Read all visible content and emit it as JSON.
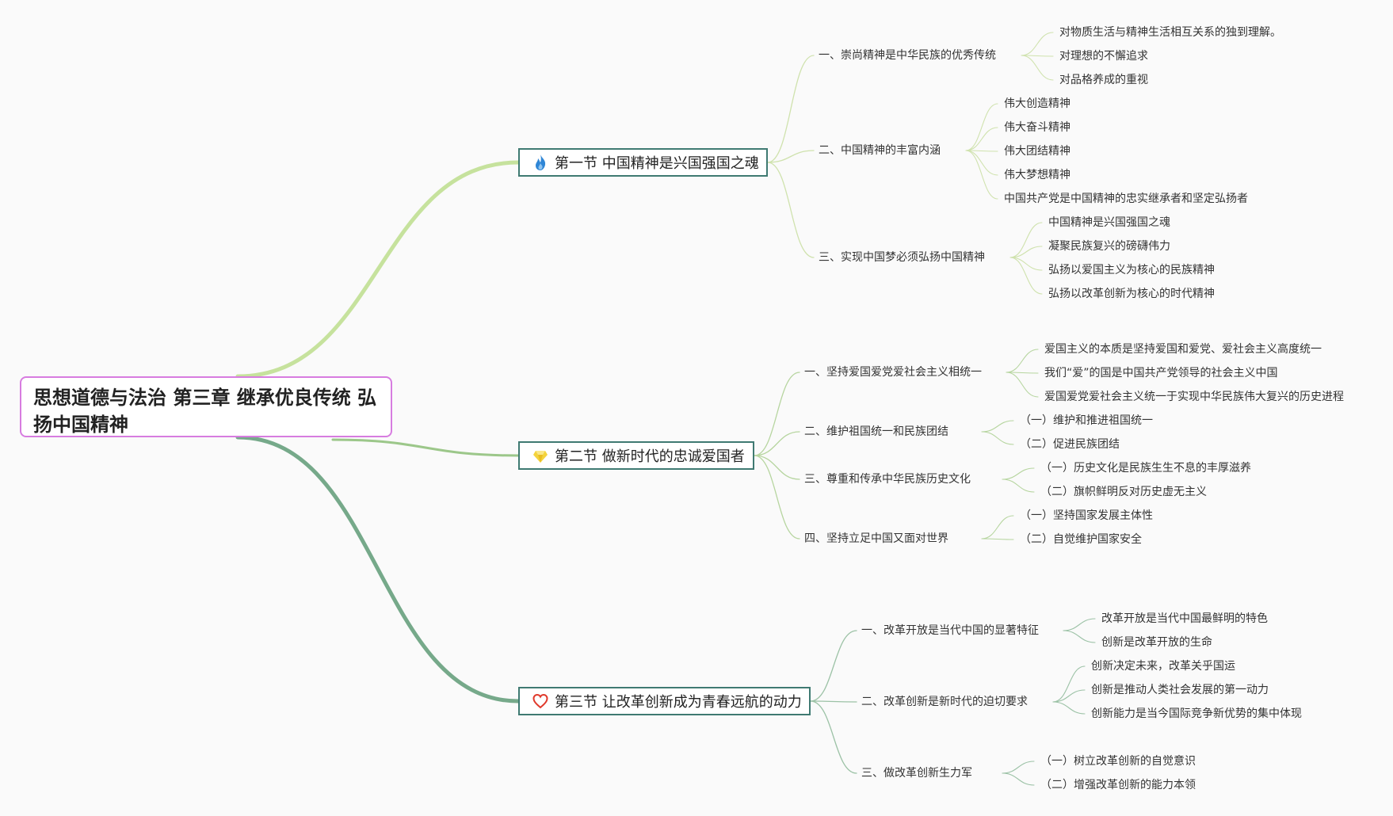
{
  "title": "思想道德与法治 第三章 继承优良传统 弘扬中国精神",
  "colors": {
    "branch1": "#c6e29d",
    "branch2": "#9cc78a",
    "branch3": "#76a98a",
    "root_border": "#d77ce0",
    "node_border": "#3f7a72"
  },
  "sections": [
    {
      "label": "第一节 中国精神是兴国强国之魂",
      "icon": "flame-icon",
      "children": [
        {
          "label": "一、崇尚精神是中华民族的优秀传统",
          "children": [
            "对物质生活与精神生活相互关系的独到理解。",
            "对理想的不懈追求",
            "对品格养成的重视"
          ]
        },
        {
          "label": "二、中国精神的丰富内涵",
          "children": [
            "伟大创造精神",
            "伟大奋斗精神",
            "伟大团结精神",
            "伟大梦想精神",
            "中国共产党是中国精神的忠实继承者和坚定弘扬者"
          ]
        },
        {
          "label": "三、实现中国梦必须弘扬中国精神",
          "children": [
            "中国精神是兴国强国之魂",
            "凝聚民族复兴的磅礴伟力",
            "弘扬以爱国主义为核心的民族精神",
            "弘扬以改革创新为核心的时代精神"
          ]
        }
      ]
    },
    {
      "label": "第二节 做新时代的忠诚爱国者",
      "icon": "diamond-icon",
      "children": [
        {
          "label": "一、坚持爱国爱党爱社会主义相统一",
          "children": [
            "爱国主义的本质是坚持爱国和爱党、爱社会主义高度统一",
            "我们“爱”的国是中国共产党领导的社会主义中国",
            "爱国爱党爱社会主义统一于实现中华民族伟大复兴的历史进程"
          ]
        },
        {
          "label": "二、维护祖国统一和民族团结",
          "children": [
            "（一）维护和推进祖国统一",
            "（二）促进民族团结"
          ]
        },
        {
          "label": "三、尊重和传承中华民族历史文化",
          "children": [
            "（一）历史文化是民族生生不息的丰厚滋养",
            "（二）旗帜鲜明反对历史虚无主义"
          ]
        },
        {
          "label": "四、坚持立足中国又面对世界",
          "children": [
            "（一）坚持国家发展主体性",
            "（二）自觉维护国家安全"
          ]
        }
      ]
    },
    {
      "label": "第三节 让改革创新成为青春远航的动力",
      "icon": "heart-icon",
      "children": [
        {
          "label": "一、改革开放是当代中国的显著特征",
          "children": [
            "改革开放是当代中国最鲜明的特色",
            "创新是改革开放的生命"
          ]
        },
        {
          "label": "二、改革创新是新时代的迫切要求",
          "children": [
            "创新决定未来，改革关乎国运",
            "创新是推动人类社会发展的第一动力",
            "创新能力是当今国际竞争新优势的集中体现"
          ]
        },
        {
          "label": "三、做改革创新生力军",
          "children": [
            "（一）树立改革创新的自觉意识",
            "（二）增强改革创新的能力本领"
          ]
        }
      ]
    }
  ]
}
